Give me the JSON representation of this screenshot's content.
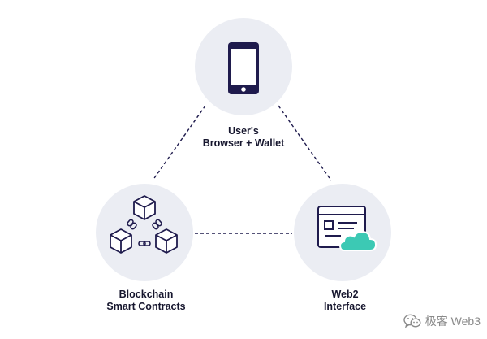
{
  "nodes": {
    "user": {
      "line1": "User's",
      "line2": "Browser + Wallet",
      "icon": "smartphone-icon"
    },
    "blockchain": {
      "line1": "Blockchain",
      "line2": "Smart Contracts",
      "icon": "chained-blocks-icon"
    },
    "web2": {
      "line1": "Web2",
      "line2": "Interface",
      "icon": "web-window-cloud-icon"
    }
  },
  "watermark": {
    "text": "极客 Web3",
    "icon": "wechat-icon"
  },
  "colors": {
    "circle_fill": "#ebedf3",
    "icon_stroke": "#1f1b4d",
    "connector": "#1f1b4d",
    "cloud": "#3cc9b4",
    "label_text": "#16162e",
    "watermark": "#8a8a8a"
  }
}
